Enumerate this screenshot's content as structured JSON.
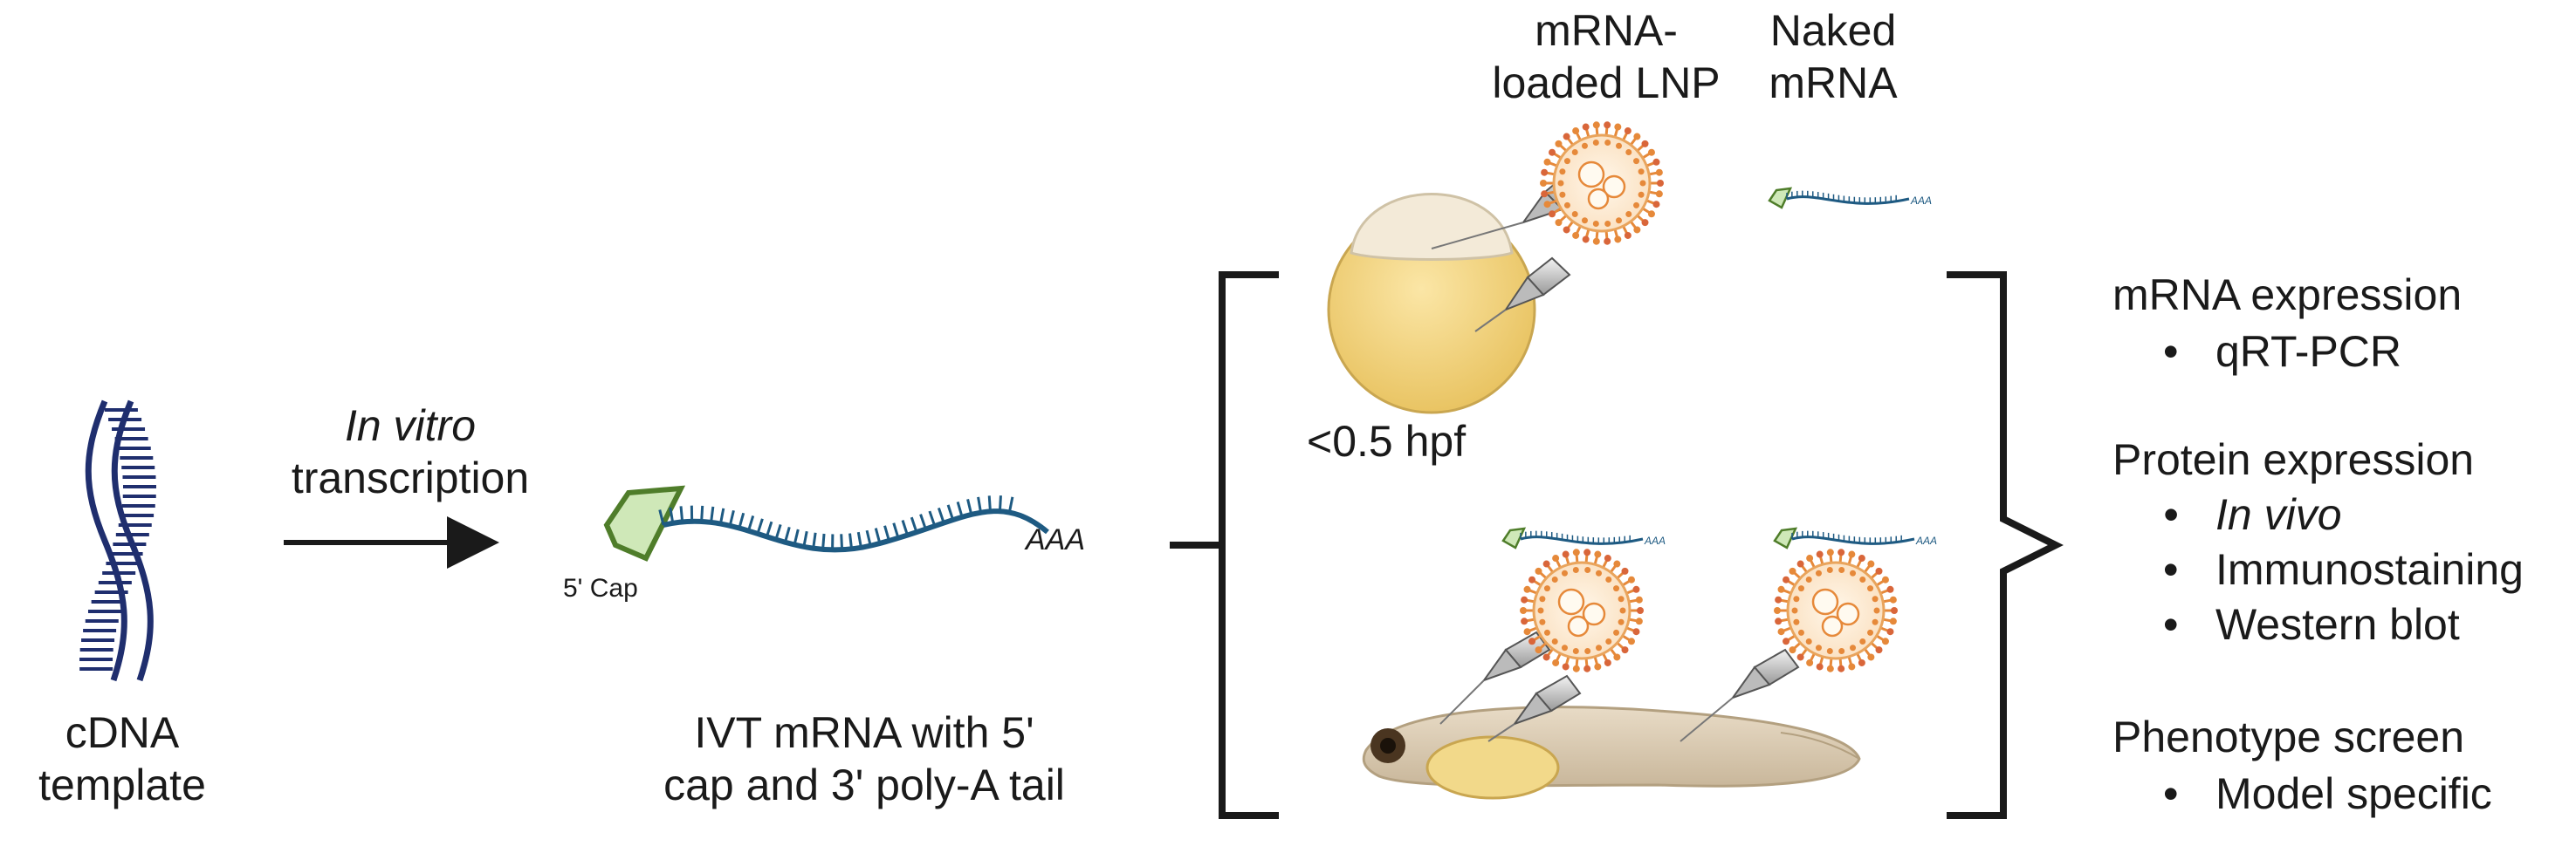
{
  "cdna": {
    "line1": "cDNA",
    "line2": "template"
  },
  "ivt_arrow": {
    "line1": "In vitro",
    "line2": "transcription"
  },
  "mrna": {
    "cap_label": "5' Cap",
    "tail_label": "AAA",
    "caption_line1": "IVT mRNA with 5'",
    "caption_line2": "cap and 3' poly-A tail"
  },
  "delivery": {
    "lnp_line1": "mRNA-",
    "lnp_line2": "loaded LNP",
    "naked_line1": "Naked",
    "naked_line2": "mRNA",
    "stage_label": "<0.5 hpf"
  },
  "readouts": {
    "mrna_heading": "mRNA expression",
    "mrna_items": [
      "qRT-PCR"
    ],
    "protein_heading": "Protein expression",
    "protein_items": [
      "In vivo",
      "Immunostaining",
      "Western blot"
    ],
    "phenotype_heading": "Phenotype screen",
    "phenotype_items": [
      "Model specific"
    ]
  },
  "colors": {
    "dna_blue": "#1f2e6e",
    "mrna_teal": "#1e5a82",
    "cap_green": "#cfe8b8",
    "cap_stroke": "#4f7d2a",
    "yolk": "#f2d27a",
    "lnp_orange": "#e6893a"
  }
}
